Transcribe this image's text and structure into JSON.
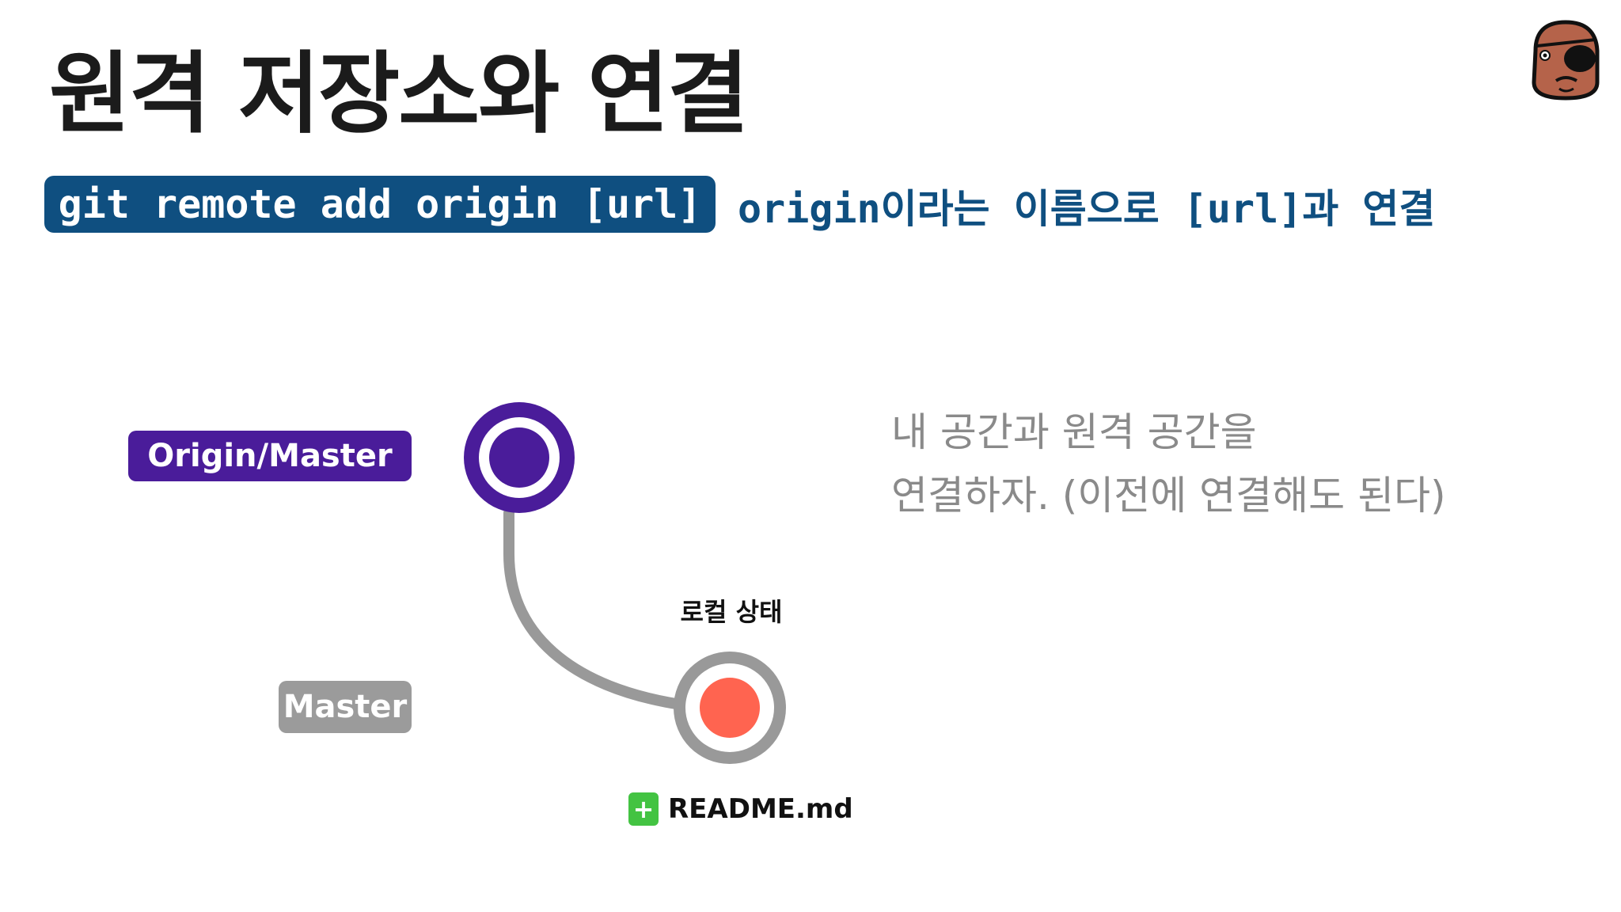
{
  "title": "원격 저장소와 연결",
  "command": {
    "code": "git remote add origin [url]",
    "description": "origin이라는 이름으로 [url]과 연결"
  },
  "diagram": {
    "origin_label": "Origin/Master",
    "master_label": "Master",
    "local_state_label": "로컬 상태",
    "file": {
      "icon": "+",
      "name": "README.md"
    },
    "colors": {
      "origin": "#4a1c9a",
      "local": "#ff6450",
      "branch_line": "#999999",
      "master_label": "#9b9b9b",
      "file_added": "#43c342"
    }
  },
  "note": {
    "line1": "내 공간과 원격 공간을",
    "line2": "연결하자. (이전에 연결해도 된다)"
  },
  "avatar": {
    "icon": "eyepatch-face-icon"
  }
}
